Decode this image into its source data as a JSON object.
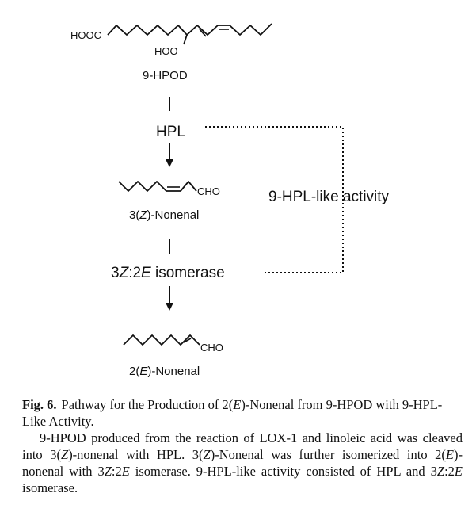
{
  "scheme": {
    "substrate": {
      "group_cooh": "HOOC",
      "group_hoo": "HOO",
      "name": "9-HPOD"
    },
    "enzyme_hpl": "HPL",
    "intermediate": {
      "group_cho": "CHO",
      "name_prefix": "3(",
      "name_italic": "Z",
      "name_suffix": ")-Nonenal"
    },
    "isomerase": {
      "part1": "3",
      "italic1": "Z",
      "part2": ":2",
      "italic2": "E",
      "part3": " isomerase"
    },
    "product": {
      "group_cho": "CHO",
      "name_prefix": "2(",
      "name_italic": "E",
      "name_suffix": ")-Nonenal"
    },
    "bracket_label": "9-HPL-like activity"
  },
  "caption": {
    "label": "Fig. 6.",
    "title_part1": "Pathway for the Production of 2(",
    "title_italic": "E",
    "title_part2": ")-Nonenal from 9-HPOD with 9-HPL-Like Activity.",
    "body_part1": "9-HPOD produced from the reaction of LOX-1 and linoleic acid was cleaved into 3(",
    "body_italic1": "Z",
    "body_part2": ")-nonenal with HPL. 3(",
    "body_italic2": "Z",
    "body_part3": ")-Nonenal was further isomerized into 2(",
    "body_italic3": "E",
    "body_part4": ")-nonenal with 3",
    "body_italic4": "Z",
    "body_part5": ":2",
    "body_italic5": "E",
    "body_part6": " isomerase. 9-HPL-like activity consisted of HPL and 3",
    "body_italic6": "Z",
    "body_part7": ":2",
    "body_italic7": "E",
    "body_part8": " isomerase."
  }
}
